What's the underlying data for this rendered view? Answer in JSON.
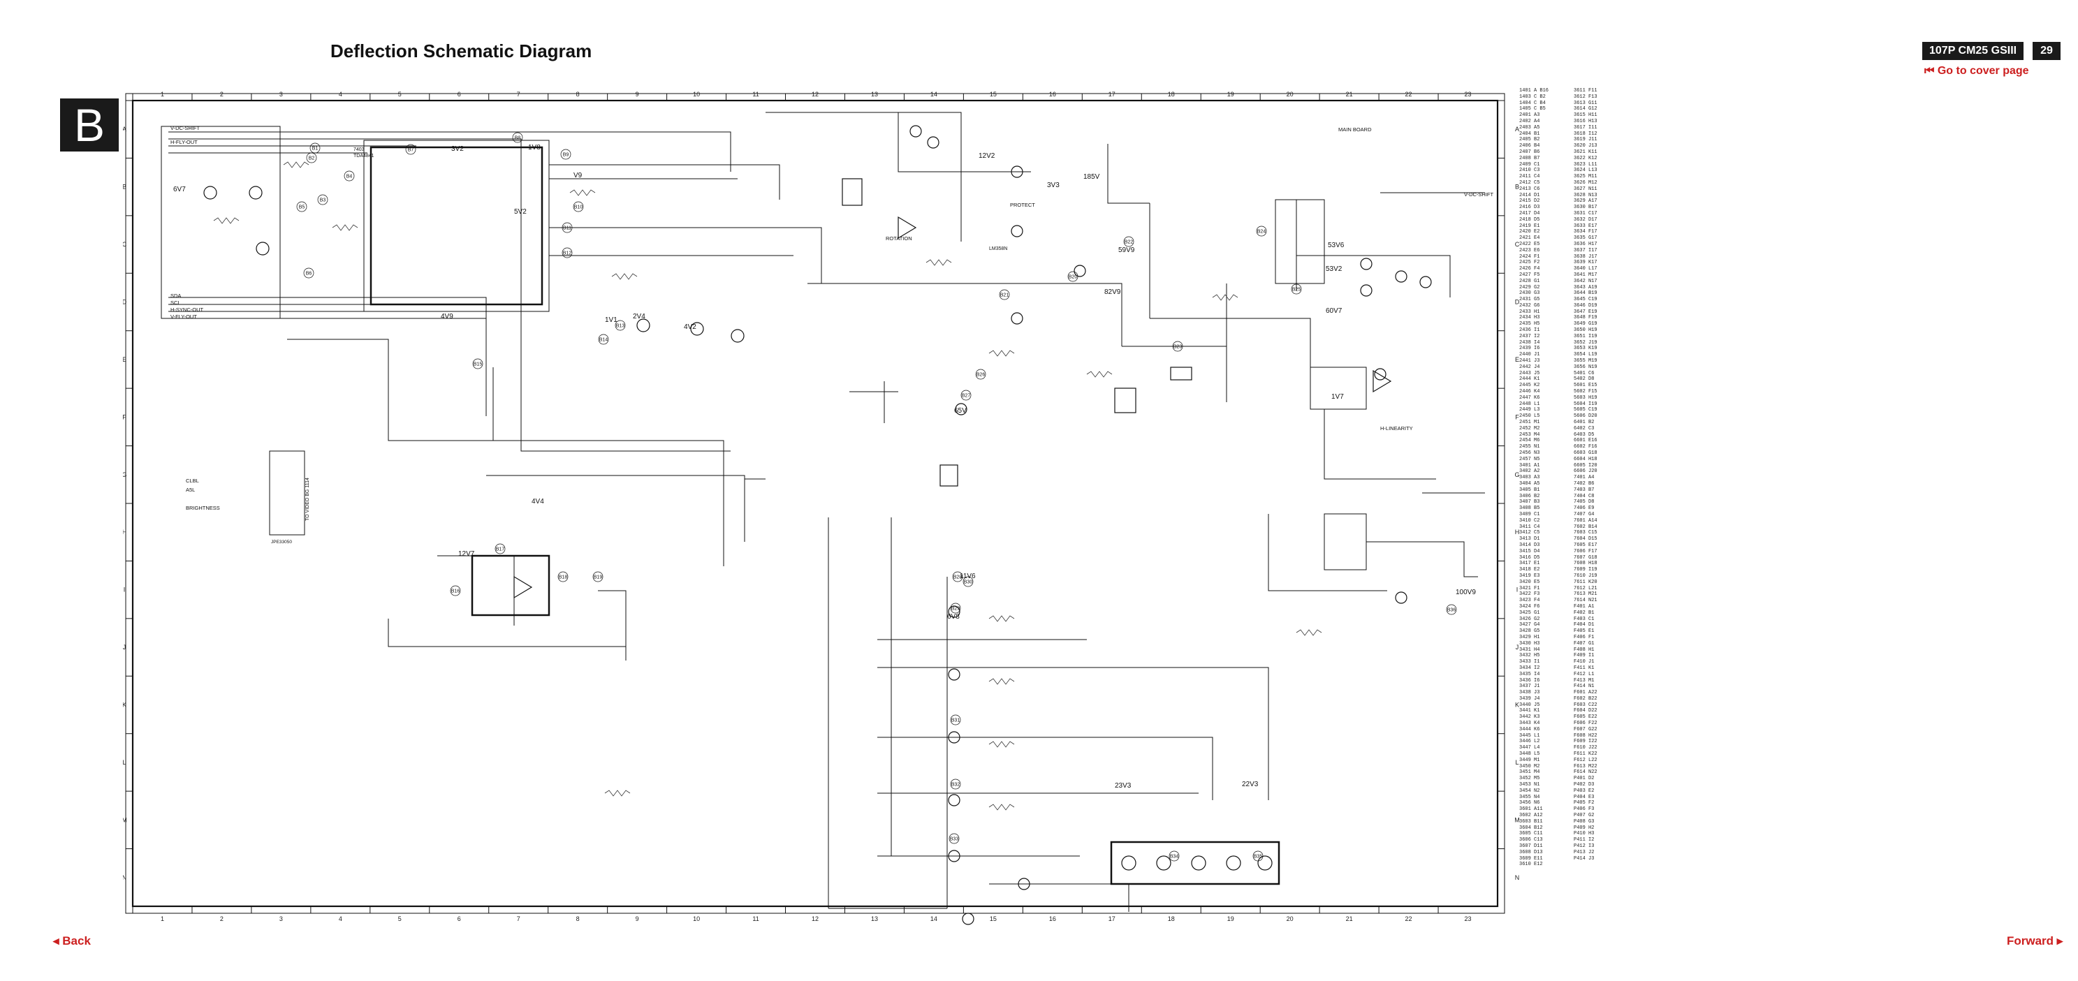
{
  "title": "Deflection Schematic Diagram",
  "section_letter": "B",
  "model": "107P CM25 GSIII",
  "page_number": "29",
  "nav": {
    "cover": "Go to cover page",
    "back": "Back",
    "forward": "Forward"
  },
  "icons": {
    "cover": "skip-back-icon",
    "back": "triangle-left-icon",
    "forward": "triangle-right-icon"
  },
  "grid": {
    "columns": [
      "1",
      "2",
      "3",
      "4",
      "5",
      "6",
      "7",
      "8",
      "9",
      "10",
      "11",
      "12",
      "13",
      "14",
      "15",
      "16",
      "17",
      "18",
      "19",
      "20",
      "21",
      "22",
      "23"
    ],
    "rows": [
      "A",
      "B",
      "C",
      "D",
      "E",
      "F",
      "G",
      "H",
      "I",
      "J",
      "K",
      "L",
      "M",
      "N"
    ]
  },
  "board_label": "MAIN BOARD",
  "labels": {
    "ic_main": "TDA4841",
    "ic_main_ref": "7403",
    "ic_op": "LM358N",
    "connector": "TO VIDEO BG 1114",
    "connector_ref": "JPE33050",
    "voltages": [
      "1V8",
      "5V2",
      "V9",
      "6V7",
      "3V2",
      "12V2",
      "185V",
      "59V9",
      "82V9",
      "53V6",
      "53V2",
      "60V7",
      "1V7",
      "4V9",
      "1V1",
      "2V4",
      "4V2",
      "65V",
      "11V6",
      "6V8",
      "12V7",
      "4V4",
      "22V3",
      "23V3",
      "100V9",
      "3V3"
    ],
    "nets": [
      "V-DC-SHIFT",
      "H-FLY-OUT",
      "SDA",
      "SCL",
      "H-SYNC-OUT",
      "V-FLY-OUT",
      "CLBL",
      "A5L",
      "BRIGHTNESS",
      "H-LINEARITY",
      "PROTECT",
      "ROTATION",
      "V-DC-SHIFT"
    ],
    "tp_labels": [
      "B1",
      "B2",
      "B3",
      "B4",
      "B5",
      "B6",
      "B7",
      "B8",
      "B9",
      "B10",
      "B11",
      "B12",
      "B13",
      "B14",
      "B15",
      "B16",
      "B17",
      "B18",
      "B19",
      "B20",
      "B21",
      "B22",
      "B23",
      "B24",
      "B25",
      "B26",
      "B27",
      "B28",
      "B29",
      "B30",
      "B31",
      "B32",
      "B33",
      "B34",
      "B35",
      "B36"
    ]
  },
  "ref_index": [
    "1401 A B16",
    "1403 C B2",
    "1404 C B4",
    "1405 C B5",
    "2401 A3",
    "2402 A4",
    "2403 A5",
    "2404 B1",
    "2405 B2",
    "2406 B4",
    "2407 B6",
    "2408 B7",
    "2409 C1",
    "2410 C3",
    "2411 C4",
    "2412 C5",
    "2413 C6",
    "2414 D1",
    "2415 D2",
    "2416 D3",
    "2417 D4",
    "2418 D5",
    "2419 E1",
    "2420 E2",
    "2421 E4",
    "2422 E5",
    "2423 E6",
    "2424 F1",
    "2425 F2",
    "2426 F4",
    "2427 F5",
    "2428 G1",
    "2429 G2",
    "2430 G3",
    "2431 G5",
    "2432 G6",
    "2433 H1",
    "2434 H3",
    "2435 H5",
    "2436 I1",
    "2437 I2",
    "2438 I4",
    "2439 I6",
    "2440 J1",
    "2441 J3",
    "2442 J4",
    "2443 J5",
    "2444 K1",
    "2445 K2",
    "2446 K4",
    "2447 K6",
    "2448 L1",
    "2449 L3",
    "2450 L5",
    "2451 M1",
    "2452 M2",
    "2453 M4",
    "2454 M6",
    "2455 N1",
    "2456 N3",
    "2457 N5",
    "3401 A1",
    "3402 A2",
    "3403 A3",
    "3404 A5",
    "3405 B1",
    "3406 B2",
    "3407 B3",
    "3408 B5",
    "3409 C1",
    "3410 C2",
    "3411 C4",
    "3412 C5",
    "3413 D1",
    "3414 D3",
    "3415 D4",
    "3416 D5",
    "3417 E1",
    "3418 E2",
    "3419 E3",
    "3420 E5",
    "3421 F1",
    "3422 F3",
    "3423 F4",
    "3424 F6",
    "3425 G1",
    "3426 G2",
    "3427 G4",
    "3428 G5",
    "3429 H1",
    "3430 H3",
    "3431 H4",
    "3432 H5",
    "3433 I1",
    "3434 I2",
    "3435 I4",
    "3436 I6",
    "3437 J1",
    "3438 J3",
    "3439 J4",
    "3440 J5",
    "3441 K1",
    "3442 K3",
    "3443 K4",
    "3444 K6",
    "3445 L1",
    "3446 L2",
    "3447 L4",
    "3448 L5",
    "3449 M1",
    "3450 M2",
    "3451 M4",
    "3452 M5",
    "3453 N1",
    "3454 N2",
    "3455 N4",
    "3456 N6",
    "3601 A11",
    "3602 A12",
    "3603 B11",
    "3604 B12",
    "3605 C11",
    "3606 C13",
    "3607 D11",
    "3608 D13",
    "3609 E11",
    "3610 E12",
    "3611 F11",
    "3612 F13",
    "3613 G11",
    "3614 G12",
    "3615 H11",
    "3616 H13",
    "3617 I11",
    "3618 I12",
    "3619 J11",
    "3620 J13",
    "3621 K11",
    "3622 K12",
    "3623 L11",
    "3624 L13",
    "3625 M11",
    "3626 M12",
    "3627 N11",
    "3628 N13",
    "3629 A17",
    "3630 B17",
    "3631 C17",
    "3632 D17",
    "3633 E17",
    "3634 F17",
    "3635 G17",
    "3636 H17",
    "3637 I17",
    "3638 J17",
    "3639 K17",
    "3640 L17",
    "3641 M17",
    "3642 N17",
    "3643 A19",
    "3644 B19",
    "3645 C19",
    "3646 D19",
    "3647 E19",
    "3648 F19",
    "3649 G19",
    "3650 H19",
    "3651 I19",
    "3652 J19",
    "3653 K19",
    "3654 L19",
    "3655 M19",
    "3656 N19",
    "5401 C6",
    "5402 D8",
    "5601 E15",
    "5602 F15",
    "5603 H19",
    "5604 I19",
    "5605 C19",
    "5606 D20",
    "6401 B2",
    "6402 C3",
    "6403 D5",
    "6601 E16",
    "6602 F16",
    "6603 G18",
    "6604 H18",
    "6605 I20",
    "6606 J20",
    "7401 A4",
    "7402 B6",
    "7403 B7",
    "7404 C8",
    "7405 D8",
    "7406 E9",
    "7407 G4",
    "7601 A14",
    "7602 B14",
    "7603 C15",
    "7604 D15",
    "7605 E17",
    "7606 F17",
    "7607 G18",
    "7608 H18",
    "7609 I19",
    "7610 J19",
    "7611 K20",
    "7612 L21",
    "7613 M21",
    "7614 N21",
    "F401 A1",
    "F402 B1",
    "F403 C1",
    "F404 D1",
    "F405 E1",
    "F406 F1",
    "F407 G1",
    "F408 H1",
    "F409 I1",
    "F410 J1",
    "F411 K1",
    "F412 L1",
    "F413 M1",
    "F414 N1",
    "F601 A22",
    "F602 B22",
    "F603 C22",
    "F604 D22",
    "F605 E22",
    "F606 F22",
    "F607 G22",
    "F608 H22",
    "F609 I22",
    "F610 J22",
    "F611 K22",
    "F612 L22",
    "F613 M22",
    "F614 N22",
    "P401 D2",
    "P402 D3",
    "P403 E2",
    "P404 E3",
    "P405 F2",
    "P406 F3",
    "P407 G2",
    "P408 G3",
    "P409 H2",
    "P410 H3",
    "P411 I2",
    "P412 I3",
    "P413 J2",
    "P414 J3"
  ]
}
